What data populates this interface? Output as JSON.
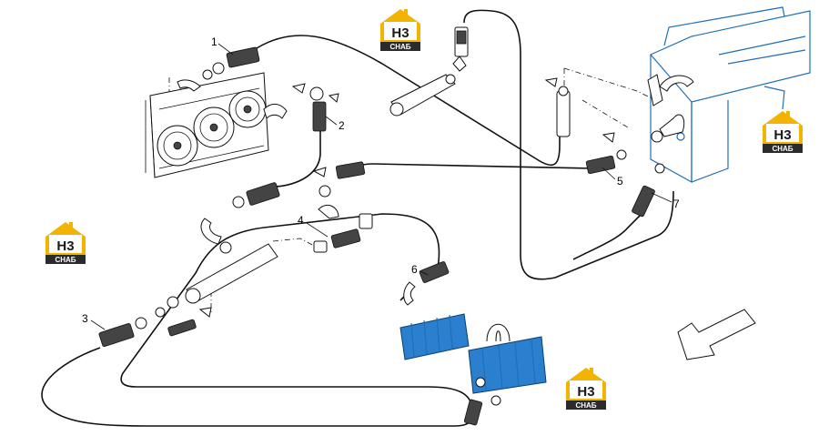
{
  "callouts": [
    {
      "id": "1",
      "label": "1"
    },
    {
      "id": "2",
      "label": "2"
    },
    {
      "id": "3",
      "label": "3"
    },
    {
      "id": "4",
      "label": "4"
    },
    {
      "id": "5",
      "label": "5"
    },
    {
      "id": "6",
      "label": "6"
    },
    {
      "id": "7",
      "label": "7"
    }
  ],
  "watermark": {
    "main": "H3",
    "sub": "СНАБ",
    "colors": {
      "house": "#f2b400",
      "ink": "#1a1a1a",
      "band": "#2b2b2b"
    }
  }
}
